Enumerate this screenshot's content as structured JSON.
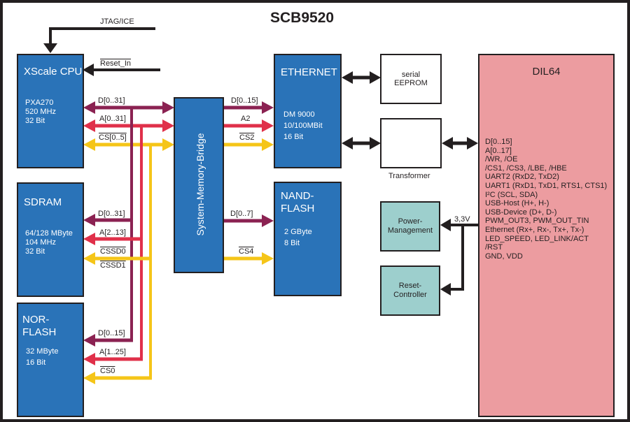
{
  "title": "SCB9520",
  "colors": {
    "block_blue": "#2a73b8",
    "data_bus": "#8b2252",
    "addr_bus": "#e0304a",
    "cs_bus": "#f5c518",
    "teal": "#9dcfcd",
    "pink": "#ec9ca0",
    "black": "#231f20"
  },
  "signals": {
    "jtag": "JTAG/ICE",
    "reset_in": "Reset_In",
    "power": "3,3V"
  },
  "cpu": {
    "title": "XScale CPU",
    "lines": [
      "PXA270",
      "520 MHz",
      "32 Bit"
    ],
    "d": "D[0..31]",
    "a": "A[0..31]",
    "cs": "CS[0..5]"
  },
  "sdram": {
    "title": "SDRAM",
    "lines": [
      "64/128 MByte",
      "104 MHz",
      "32 Bit"
    ],
    "d": "D[0..31]",
    "a": "A[2..13]",
    "cs0": "CSSD0",
    "cs1": "CSSD1"
  },
  "nor": {
    "title1": "NOR-",
    "title2": "FLASH",
    "lines": [
      "32 MByte",
      "16 Bit"
    ],
    "d": "D[0..15]",
    "a": "A[1..25]",
    "cs": "CS0"
  },
  "bridge": {
    "label": "System-Memory-Bridge"
  },
  "ethernet": {
    "title": "ETHERNET",
    "lines": [
      "DM 9000",
      "10/100MBit",
      "16 Bit"
    ],
    "d": "D[0..15]",
    "a": "A2",
    "cs": "CS2"
  },
  "nand": {
    "title1": "NAND-",
    "title2": "FLASH",
    "lines": [
      "2 GByte",
      "8 Bit"
    ],
    "d": "D[0..7]",
    "cs": "CS4"
  },
  "eeprom": {
    "line1": "serial",
    "line2": "EEPROM"
  },
  "transformer": {
    "label": "Transformer"
  },
  "power": {
    "line1": "Power-",
    "line2": "Management"
  },
  "reset": {
    "line1": "Reset-",
    "line2": "Controller"
  },
  "dil": {
    "title": "DIL64",
    "pins": "D[0..15]\nA[0..17]\n/WR, /OE\n/CS1, /CS3, /LBE, /HBE\nUART2 (RxD2, TxD2)\nUART1 (RxD1, TxD1, RTS1, CTS1)\nI²C (SCL, SDA)\nUSB-Host (H+, H-)\nUSB-Device (D+, D-)\nPWM_OUT3, PWM_OUT_TIN\nEthernet (Rx+, Rx-, Tx+, Tx-)\nLED_SPEED, LED_LINK/ACT\n/RST\nGND, VDD"
  }
}
